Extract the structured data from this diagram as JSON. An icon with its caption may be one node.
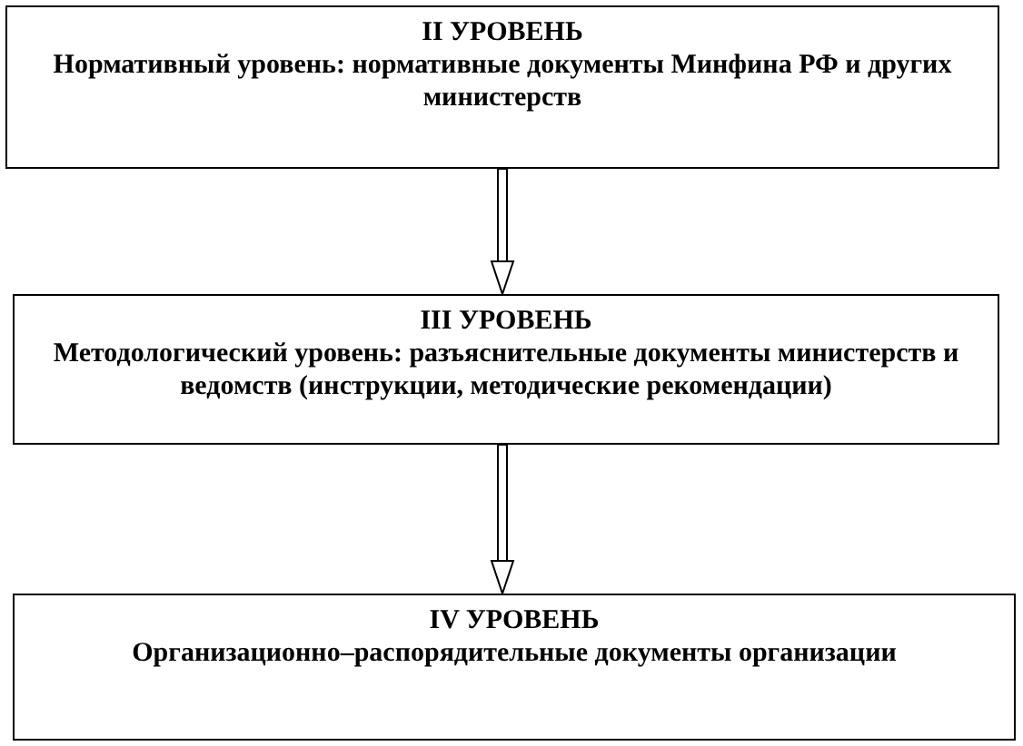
{
  "diagram": {
    "nodes": [
      {
        "text": [
          "II УРОВЕНЬ",
          "Нормативный уровень: нормативные документы Минфина РФ и других министерств"
        ]
      },
      {
        "text": [
          "III УРОВЕНЬ",
          "Методологический уровень: разъяснительные документы министерств и ведомств (инструкции, методические рекомендации)"
        ]
      },
      {
        "text": [
          "IV УРОВЕНЬ",
          "Организационно–распорядительные документы организации"
        ]
      }
    ],
    "edges": [
      {
        "from": 0,
        "to": 1,
        "arrow": "to"
      },
      {
        "from": 1,
        "to": 2,
        "arrow": "to"
      }
    ]
  }
}
